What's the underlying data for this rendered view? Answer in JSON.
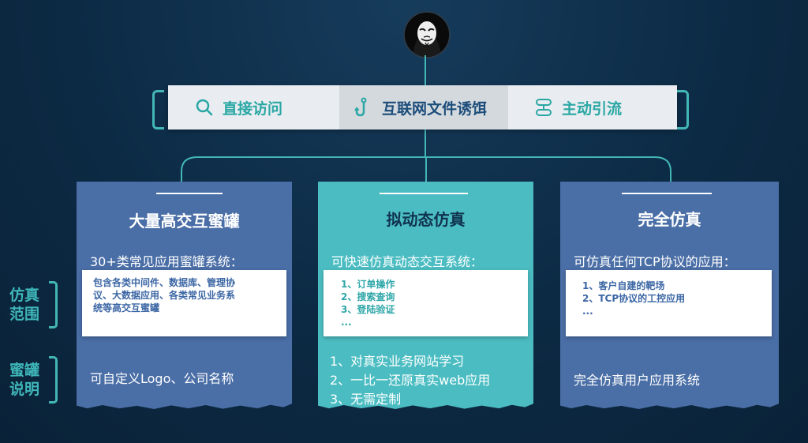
{
  "entry_methods": [
    {
      "label": "直接访问",
      "icon": "search-icon"
    },
    {
      "label": "互联网文件诱饵",
      "icon": "hook-icon"
    },
    {
      "label": "主动引流",
      "icon": "route-icon"
    }
  ],
  "side_labels": {
    "scope": [
      "仿真",
      "范围"
    ],
    "description": [
      "蜜罐",
      "说明"
    ]
  },
  "columns": [
    {
      "title": "大量高交互蜜罐",
      "subtitle": "30+类常见应用蜜罐系统：",
      "box_lines": [
        "包含各类中间件、数据库、管理协",
        "议、大数据应用、各类常见业务系",
        "统等高交互蜜罐"
      ],
      "notes": [
        "可自定义Logo、公司名称"
      ]
    },
    {
      "title": "拟动态仿真",
      "subtitle": "可快速仿真动态交互系统：",
      "box_lines": [
        "1、订单操作",
        "2、搜索查询",
        "3、登陆验证",
        "..."
      ],
      "notes": [
        "1、对真实业务网站学习",
        "2、一比一还原真实web应用",
        "3、无需定制"
      ]
    },
    {
      "title": "完全仿真",
      "subtitle": "可仿真任何TCP协议的应用：",
      "box_lines": [
        "1、客户自建的靶场",
        "2、TCP协议的工控应用",
        "..."
      ],
      "notes": [
        "完全仿真用户应用系统"
      ]
    }
  ],
  "colors": {
    "accent": "#43b7b5",
    "blue_column": "#4a6ea6",
    "teal_column": "#4bbdc2",
    "background": "#0c2a44"
  }
}
